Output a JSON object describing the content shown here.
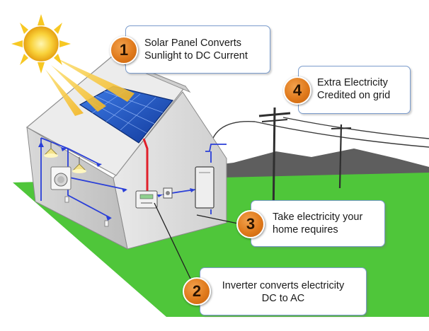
{
  "steps": [
    {
      "number": "1",
      "lines": [
        "Solar Panel Converts",
        "Sunlight to DC Current"
      ]
    },
    {
      "number": "2",
      "lines": [
        "Inverter converts electricity",
        "DC to AC"
      ]
    },
    {
      "number": "3",
      "lines": [
        "Take electricity your",
        "home requires"
      ]
    },
    {
      "number": "4",
      "lines": [
        "Extra Electricity",
        "Credited on grid"
      ]
    }
  ],
  "colors": {
    "grass": "#4fc63a",
    "mountain": "#5e5e5e",
    "wall": "#dcdcdc",
    "roof": "#e8e8e8",
    "panel": "#1f4fbf",
    "sun": "#f6c21a",
    "dc_wire": "#e0202a",
    "ac_wire": "#2a3fd8",
    "badge": "#e0801f",
    "callout_border": "#7b9ccc"
  }
}
